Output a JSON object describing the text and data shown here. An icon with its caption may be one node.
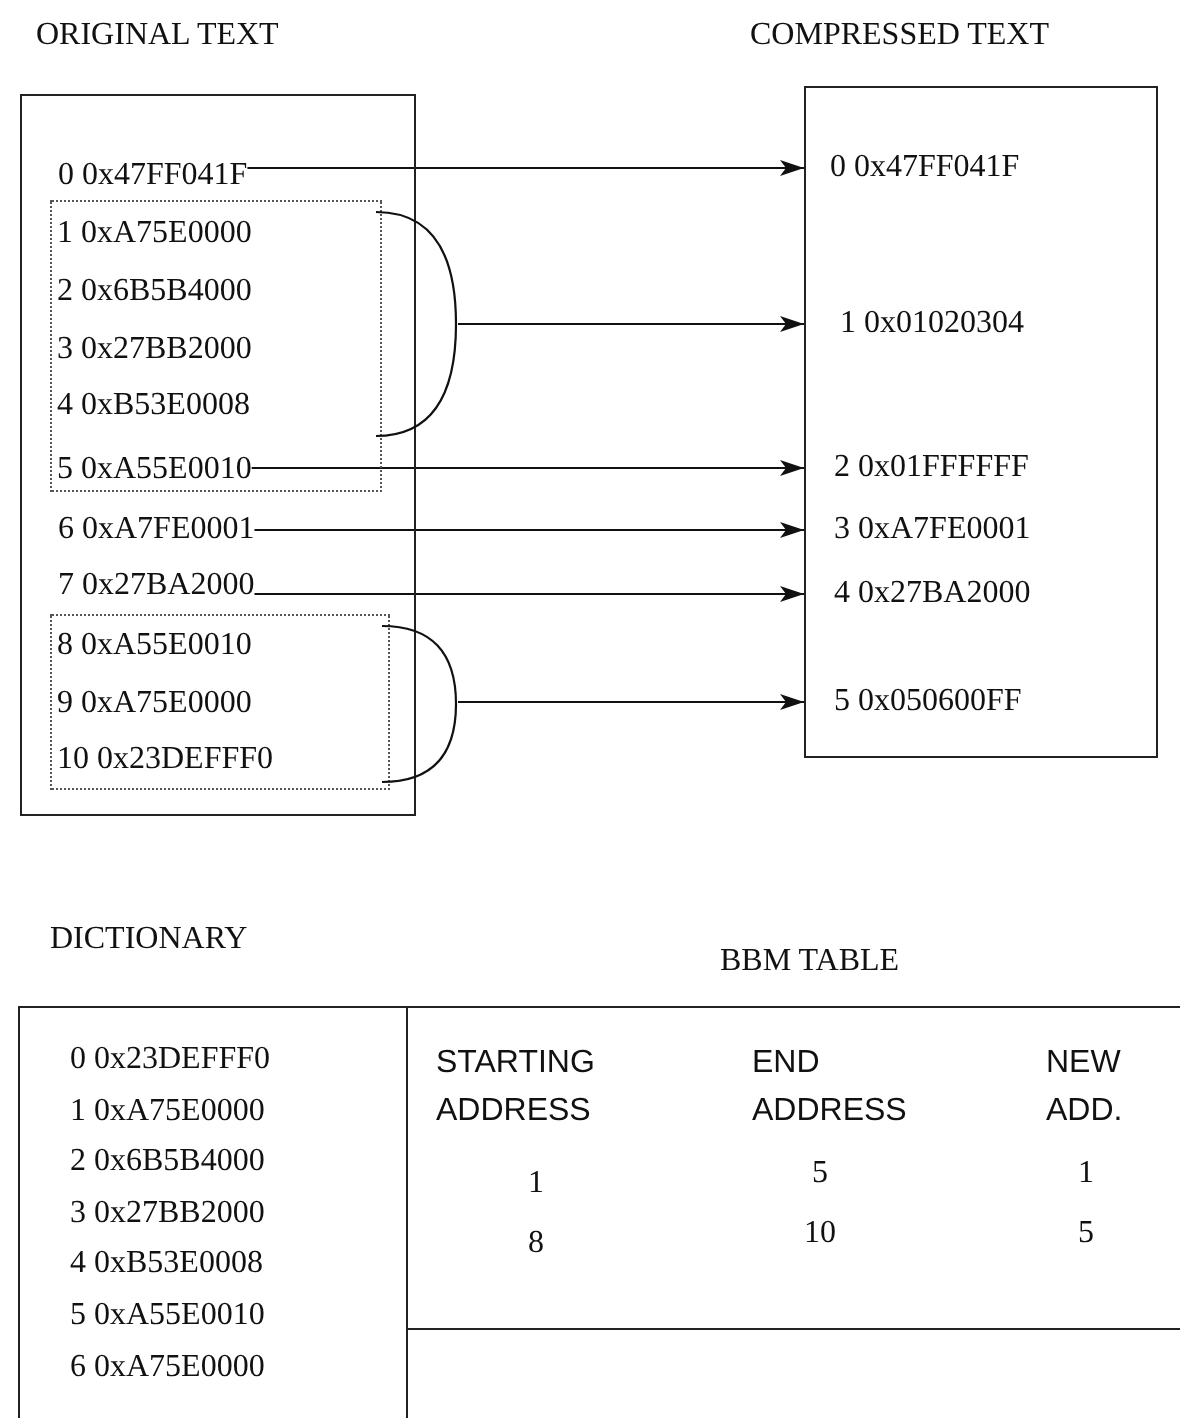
{
  "diagram": {
    "nodes": [
      {
        "text": [
          "ORIGINAL TEXT"
        ]
      },
      {
        "text": [
          "0 0x47FF041F"
        ],
        "in": 0
      },
      {
        "text": [],
        "shape": "box",
        "in": 0
      },
      {
        "text": [
          "1 0xA75E0000"
        ],
        "in": 2
      },
      {
        "text": [
          "2 0x6B5B4000"
        ],
        "in": 2
      },
      {
        "text": [
          "3 0x27BB2000"
        ],
        "in": 2
      },
      {
        "text": [
          "4 0xB53E0008"
        ],
        "in": 2
      },
      {
        "text": [
          "5 0xA55E0010"
        ],
        "in": 2
      },
      {
        "text": [
          "6 0xA7FE0001"
        ],
        "in": 0
      },
      {
        "text": [
          "7 0x27BA2000"
        ],
        "in": 0
      },
      {
        "text": [],
        "shape": "box",
        "in": 0
      },
      {
        "text": [
          "8 0xA55E0010"
        ],
        "in": 10
      },
      {
        "text": [
          "9 0xA75E0000"
        ],
        "in": 10
      },
      {
        "text": [
          "10 0x23DEFFF0"
        ],
        "in": 10
      },
      {
        "text": [
          "COMPRESSED TEXT"
        ]
      },
      {
        "text": [
          "0 0x47FF041F"
        ],
        "in": 14
      },
      {
        "text": [
          "1 0x01020304"
        ],
        "in": 14
      },
      {
        "text": [
          "2 0x01FFFFFF"
        ],
        "in": 14
      },
      {
        "text": [
          "3 0xA7FE0001"
        ],
        "in": 14
      },
      {
        "text": [
          "4 0x27BA2000"
        ],
        "in": 14
      },
      {
        "text": [
          "5 0x050600FF"
        ],
        "in": 14
      },
      {
        "text": [
          "DICTIONARY",
          "0 0x23DEFFF0",
          "1 0xA75E0000",
          "2 0x6B5B4000",
          "3 0x27BB2000",
          "4 0xB53E0008",
          "5 0xA55E0010",
          "6 0xA75E0000"
        ]
      },
      {
        "text": [
          "BBM TABLE"
        ]
      },
      {
        "text": [],
        "shape": "bracket"
      },
      {
        "text": [],
        "shape": "bracket"
      }
    ],
    "edges": [
      {
        "from": 1,
        "to": 15,
        "arrow": "to"
      },
      {
        "from": 23,
        "to": 16,
        "arrow": "to"
      },
      {
        "from": 7,
        "to": 17,
        "arrow": "to"
      },
      {
        "from": 8,
        "to": 18,
        "arrow": "to"
      },
      {
        "from": 9,
        "to": 19,
        "arrow": "to"
      },
      {
        "from": 24,
        "to": 20,
        "arrow": "to"
      }
    ],
    "labels": [
      "STARTING ADDRESS",
      "END ADDRESS",
      "NEW ADD.",
      "1",
      "5",
      "1",
      "8",
      "10",
      "5"
    ]
  }
}
